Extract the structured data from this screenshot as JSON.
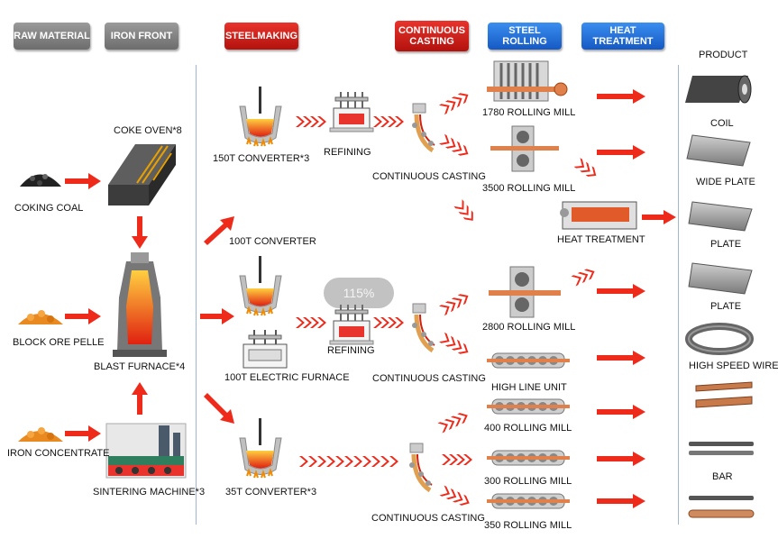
{
  "headers": {
    "raw_material": "RAW MATERIAL",
    "iron_front": "IRON FRONT",
    "steelmaking": "STEELMAKING",
    "continuous_casting": "CONTINUOUS CASTING",
    "steel_rolling": "STEEL ROLLING",
    "heat_treatment": "HEAT TREATMENT"
  },
  "labels": {
    "coke_oven": "COKE OVEN*8",
    "coking_coal": "COKING COAL",
    "block_ore": "BLOCK ORE PELLE",
    "blast_furnace": "BLAST FURNACE*4",
    "iron_concentrate": "IRON CONCENTRATE",
    "sintering_machine": "SINTERING MACHINE*3",
    "converter_150": "150T CONVERTER*3",
    "converter_100": "100T CONVERTER",
    "electric_furnace": "100T  ELECTRIC FURNACE",
    "converter_35": "35T CONVERTER*3",
    "refining_1": "REFINING",
    "refining_2": "REFINING",
    "cc_1": "CONTINUOUS CASTING",
    "cc_2": "CONTINUOUS CASTING",
    "cc_3": "CONTINUOUS CASTING",
    "mill_1780": "1780 ROLLING MILL",
    "mill_3500": "3500 ROLLING MILL",
    "heat_treatment": "HEAT TREATMENT",
    "mill_2800": "2800 ROLLING MILL",
    "high_line": "HIGH LINE UNIT",
    "mill_400": "400 ROLLING MILL",
    "mill_300": "300 ROLLING MILL",
    "mill_350": "350 ROLLING MILL"
  },
  "products": {
    "title": "PRODUCT",
    "coil": "COIL",
    "wide_plate": "WIDE PLATE",
    "plate_1": "PLATE",
    "plate_2": "PLATE",
    "high_speed_wire": "HIGH SPEED WIRE",
    "bar": "BAR"
  },
  "zoom": "115%",
  "colors": {
    "arrow": "#ee2a1b",
    "header_gray": "#7d7d7d",
    "header_red": "#d0201a",
    "header_blue": "#2572dc",
    "divider": "#9fb7cf"
  }
}
